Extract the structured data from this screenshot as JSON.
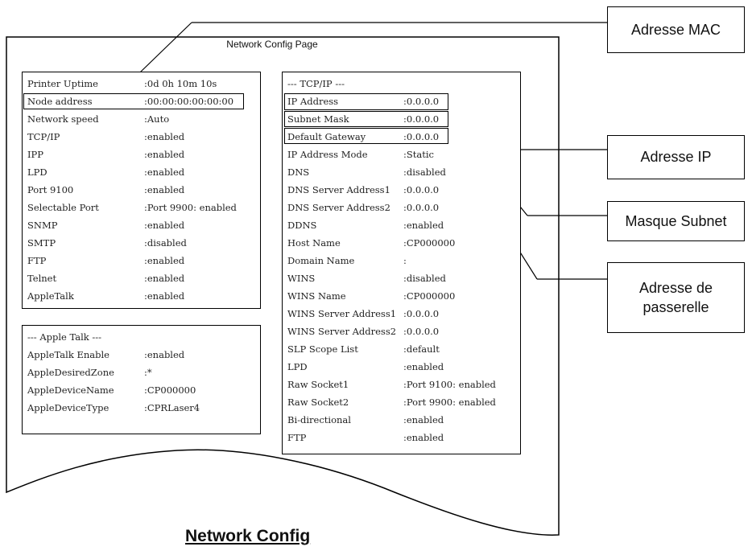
{
  "page": {
    "title": "Network Config Page",
    "caption": "Network Config"
  },
  "callouts": {
    "mac": "Adresse MAC",
    "ip": "Adresse IP",
    "subnet": "Masque Subnet",
    "gateway_line1": "Adresse de",
    "gateway_line2": "passerelle"
  },
  "general": [
    {
      "key": "Printer Uptime",
      "value": ":0d 0h 10m 10s"
    },
    {
      "key": "Node address",
      "value": ":00:00:00:00:00:00"
    },
    {
      "key": "Network speed",
      "value": ":Auto"
    },
    {
      "key": "TCP/IP",
      "value": ":enabled"
    },
    {
      "key": "IPP",
      "value": ":enabled"
    },
    {
      "key": "LPD",
      "value": ":enabled"
    },
    {
      "key": "Port 9100",
      "value": ":enabled"
    },
    {
      "key": "Selectable Port",
      "value": ":Port 9900: enabled"
    },
    {
      "key": "SNMP",
      "value": ":enabled"
    },
    {
      "key": "SMTP",
      "value": ":disabled"
    },
    {
      "key": "FTP",
      "value": ":enabled"
    },
    {
      "key": "Telnet",
      "value": ":enabled"
    },
    {
      "key": "AppleTalk",
      "value": ":enabled"
    }
  ],
  "appletalk": {
    "header": "--- Apple Talk ---",
    "rows": [
      {
        "key": "AppleTalk Enable",
        "value": ":enabled"
      },
      {
        "key": "AppleDesiredZone",
        "value": ":*"
      },
      {
        "key": "AppleDeviceName",
        "value": ":CP000000"
      },
      {
        "key": "AppleDeviceType",
        "value": ":CPRLaser4"
      }
    ]
  },
  "tcpip": {
    "header": "--- TCP/IP ---",
    "rows": [
      {
        "key": "IP Address",
        "value": ":0.0.0.0"
      },
      {
        "key": "Subnet Mask",
        "value": ":0.0.0.0"
      },
      {
        "key": "Default Gateway",
        "value": ":0.0.0.0"
      },
      {
        "key": "IP Address Mode",
        "value": ":Static"
      },
      {
        "key": "DNS",
        "value": ":disabled"
      },
      {
        "key": "DNS Server Address1",
        "value": ":0.0.0.0"
      },
      {
        "key": "DNS Server Address2",
        "value": ":0.0.0.0"
      },
      {
        "key": "DDNS",
        "value": ":enabled"
      },
      {
        "key": "Host Name",
        "value": ":CP000000"
      },
      {
        "key": "Domain Name",
        "value": ":"
      },
      {
        "key": "WINS",
        "value": ":disabled"
      },
      {
        "key": "WINS Name",
        "value": ":CP000000"
      },
      {
        "key": "WINS Server Address1",
        "value": ":0.0.0.0"
      },
      {
        "key": "WINS Server Address2",
        "value": ":0.0.0.0"
      },
      {
        "key": "SLP Scope List",
        "value": ":default"
      },
      {
        "key": "LPD",
        "value": ":enabled"
      },
      {
        "key": "Raw Socket1",
        "value": ":Port 9100: enabled"
      },
      {
        "key": "Raw Socket2",
        "value": ":Port 9900: enabled"
      },
      {
        "key": "Bi-directional",
        "value": ":enabled"
      },
      {
        "key": "FTP",
        "value": ":enabled"
      }
    ]
  }
}
